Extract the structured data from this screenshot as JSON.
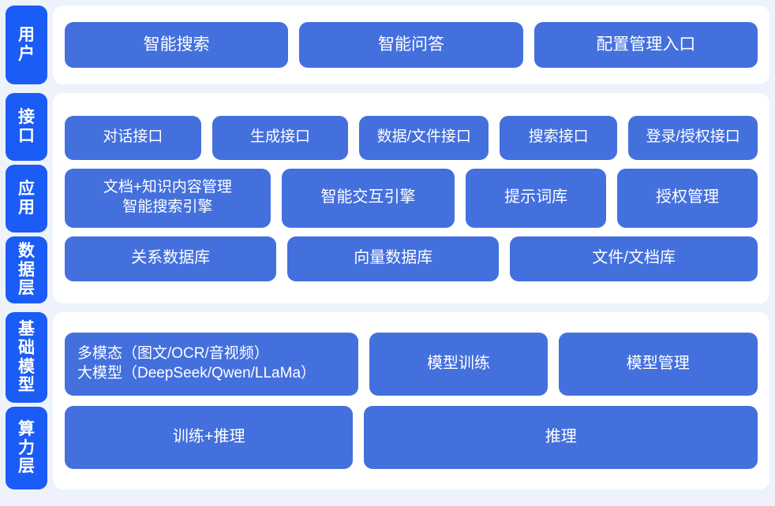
{
  "theme": {
    "page_background": "#eef2fa",
    "panel_background": "#ffffff",
    "card_blue": "#4470de",
    "rail_blue": "#1a5cf5",
    "text_on_blue": "#ffffff"
  },
  "sections": {
    "user": {
      "rail_label": "用户",
      "cards": [
        {
          "label": "智能搜索"
        },
        {
          "label": "智能问答"
        },
        {
          "label": "配置管理入口"
        }
      ]
    },
    "platform": {
      "rail_labels": {
        "interface": "接口",
        "application": "应用",
        "data": "数据层"
      },
      "interface_row": [
        {
          "label": "对话接口"
        },
        {
          "label": "生成接口"
        },
        {
          "label": "数据/文件接口"
        },
        {
          "label": "搜索接口"
        },
        {
          "label": "登录/授权接口"
        }
      ],
      "application_row": [
        {
          "line1": "文档+知识内容管理",
          "line2": "智能搜索引擎"
        },
        {
          "label": "智能交互引擎"
        },
        {
          "label": "提示词库"
        },
        {
          "label": "授权管理"
        }
      ],
      "data_row": [
        {
          "label": "关系数据库"
        },
        {
          "label": "向量数据库"
        },
        {
          "label": "文件/文档库"
        }
      ]
    },
    "base": {
      "rail_labels": {
        "model": "基础模型",
        "compute": "算力层"
      },
      "model_row": [
        {
          "line1": "多模态（图文/OCR/音视频）",
          "line2": "大模型（DeepSeek/Qwen/LLaMa）"
        },
        {
          "label": "模型训练"
        },
        {
          "label": "模型管理"
        }
      ],
      "compute_row": [
        {
          "label": "训练+推理"
        },
        {
          "label": "推理"
        }
      ]
    }
  }
}
